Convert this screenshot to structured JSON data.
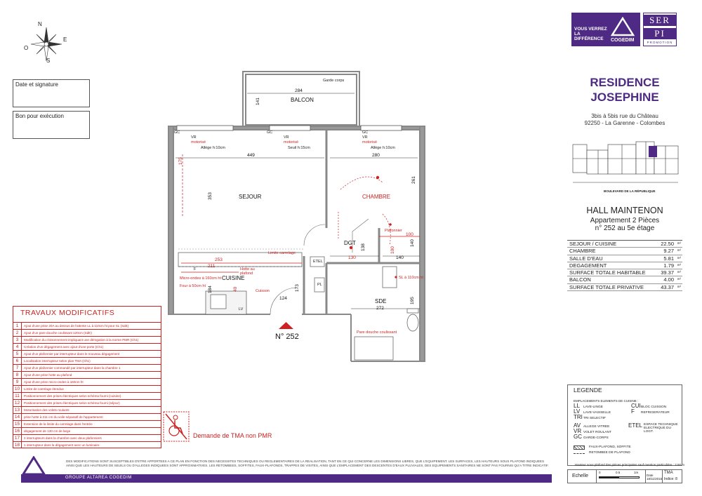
{
  "compass": {
    "n": "N",
    "e": "E",
    "s": "S",
    "o": "O"
  },
  "signature": {
    "date_label": "Date et signature",
    "bon_label": "Bon pour exécution"
  },
  "logos": {
    "slogan": "VOUS VERREZ LA DIFFÉRENCE",
    "cogedim": "COGEDIM",
    "serpi_top": "SER",
    "serpi_bottom": "PI",
    "serpi_promo": "PROMOTION"
  },
  "residence": {
    "title_line1": "RESIDENCE",
    "title_line2": "JOSEPHINE",
    "address_line1": "3bis à 5bis rue du Château",
    "address_line2": "92250 - La Garenne - Colombes"
  },
  "keyplan": {
    "street": "BOULEVARD DE LA RÉPUBLIQUE"
  },
  "hall": {
    "name": "HALL MAINTENON",
    "apartment": "Appartement 2 Pièces",
    "number": "n° 252 au 5e étage"
  },
  "surfaces": [
    {
      "label": "SEJOUR / CUISINE",
      "value": "22.50",
      "unit": "m²",
      "bold": false
    },
    {
      "label": "CHAMBRE",
      "value": "9.27",
      "unit": "m²",
      "bold": false
    },
    {
      "label": "SALLE D'EAU",
      "value": "5.81",
      "unit": "m²",
      "bold": false
    },
    {
      "label": "DEGAGEMENT",
      "value": "1.79",
      "unit": "m²",
      "bold": false
    },
    {
      "label": "SURFACE TOTALE HABITABLE",
      "value": "39.37",
      "unit": "m²",
      "bold": false
    },
    {
      "label": "BALCON",
      "value": "4.00",
      "unit": "m²",
      "bold": false
    },
    {
      "label": "SURFACE TOTALE PRIVATIVE",
      "value": "43.37",
      "unit": "m²",
      "bold": false
    }
  ],
  "legend": {
    "title": "LEGENDE",
    "subtitle": "EMPLACEMENTS ELEMENTS DE CUISINE :",
    "ll_code": "LL",
    "ll_text": "LAVE-LINGE",
    "lv_code": "LV",
    "lv_text": "LAVE-VAISSELLE",
    "tri_code": "TRI",
    "tri_text": "TRI SELECTIF",
    "cui_code": "CUI",
    "cui_text": "BLOC CUISSON",
    "f_code": "F",
    "f_text": "REFRIGERATEUR",
    "av_code": "AV",
    "av_text": "ALLEGE VITREE",
    "vr_code": "VR",
    "vr_text": "VOLET ROULANT",
    "gc_code": "GC",
    "gc_text": "GARDE-CORPS",
    "etel_code": "ETEL",
    "etel_text": "ESPACE TECHNIQUE ELECTRIQUE DU LOGT.",
    "faux_plafond": "FAUX-PLAFOND, SOFFITE",
    "retombee": "RETOMBEE DE PLAFOND"
  },
  "note": "Hauteur sous plafond des pièces principales sauf mention particulière : 2.50 m",
  "footer": {
    "echelle": "Echelle",
    "scale_0": "0",
    "scale_05": "0.5",
    "scale_1": "1m",
    "date": "Date 18/11/2015",
    "tma": "TMA",
    "indice": "Indice: 8"
  },
  "travaux": {
    "title": "TRAVAUX MODIFICATIFS",
    "items": [
      {
        "n": "1",
        "text": "Ajout d'une prise 20A au dessus de l'attente LL à 110cm ht pour SL (SdE)"
      },
      {
        "n": "2",
        "text": "Ajout d'un pare douche coulissant 120cm (SdE)"
      },
      {
        "n": "3",
        "text": "Modification du cloisonnement impliquant une dérogation à la norme PMR (Ch1)"
      },
      {
        "n": "4",
        "text": "Création d'un dégagement avec ajout d'une porte (Ch1)"
      },
      {
        "n": "5",
        "text": "Ajout d'un plafonnier par interrupteur dans le nouveau dégagement"
      },
      {
        "n": "6",
        "text": "Localisation interrupteur selon plan TMA (Ch1)"
      },
      {
        "n": "7",
        "text": "Ajout d'un plafonnier commandé par interrupteur dans la chambre 1"
      },
      {
        "n": "8",
        "text": "Ajout d'une prise hotte au plafond"
      },
      {
        "n": "9",
        "text": "Ajout d'une prise micro-ondes à 160cm ht"
      },
      {
        "n": "10",
        "text": "Limite de carrelage étendue"
      },
      {
        "n": "11",
        "text": "Positionnement des prises électriques selon schéma fourni (cuisine)"
      },
      {
        "n": "12",
        "text": "Positionnement des prises électriques selon schéma fourni (séjour)"
      },
      {
        "n": "13",
        "text": "Motorisation des volets roulants"
      },
      {
        "n": "14",
        "text": "prise hotte à 211 cm du voile séparatif de l'appartement"
      },
      {
        "n": "15",
        "text": "Extension de la limite du carrelage dans l'entrée"
      },
      {
        "n": "16",
        "text": "dégagement de 130 cm de large"
      },
      {
        "n": "17",
        "text": "2 interrupteurs dans la chambre avec deux plafonniers"
      },
      {
        "n": "18",
        "text": "1 interrupteur dans la dégagement avec un luminaire"
      }
    ]
  },
  "tma_request": "Demande de TMA non PMR",
  "bottom_text": "DES MODIFICATIONS SONT SUSCEPTIBLES D'ETRE APPORTEES A CE PLAN EN FONCTION DES NECESSITES TECHNIQUES OU REGLEMENTAIRES DE LA REALISATION, TANT EN CE QUI CONCERNE LES DIMENSIONS LIBRES, QUE L'EQUIPEMENT. LES SURFACES, LES HAUTEURS SOUS PLAFOND INDIQUEES AINSI QUE LES HAUTEURS DE SEUILS OU D'ALLEGES INDIQUEES SONT APPROXIMATIVES. LES RETOMBEES, SOFFITES, FAUX-PLAFONDS, TRAPPES DE VISITES, AINSI QUE L'EMPLACEMENT DES DESCENTES D'EAUX PLUVIALES, DES EQUIPEMENTS SANITAIRES NE SONT PAS FOURNIS QU'A TITRE INDICATIF.",
  "group_name": "GROUPE ALTAREA COGEDIM",
  "plan": {
    "balcon": "BALCON",
    "balcon_width": "284",
    "balcon_depth": "141",
    "garde_corps": "Garde corps",
    "gc": "GC",
    "vr": "VR",
    "motorise": "motorisé",
    "allege": "Allège h:10cm",
    "seuil": "Seuil h:15cm",
    "sejour": "SEJOUR",
    "sejour_w": "449",
    "sejour_h": "353",
    "dim_175": "175",
    "chambre": "CHAMBRE",
    "chambre_w": "280",
    "chambre_h": "261",
    "dgt": "DGT",
    "dgt_w": "130",
    "dgt_h": "138",
    "plafonnier": "Plafonnier",
    "dim_100a": "100",
    "dim_100b": "100",
    "dim_140a": "140",
    "dim_140b": "140",
    "limite_carrelage": "Limite carrelage",
    "dim_253": "253",
    "dim_211": "211",
    "f": "F",
    "hotte": "Hotte au plafond",
    "micro_ondes": "Micro-ondes à 160cm ht",
    "four": "Four à 50cm ht",
    "cuisine": "CUISINE",
    "cuisson": "Cuisson",
    "dim_184": "184",
    "dim_40": "40",
    "dim_173": "173",
    "etel": "ETEL",
    "pl": "PL",
    "lv": "LV",
    "dim_124": "124",
    "sde": "SDE",
    "sde_w": "272",
    "dim_195": "195",
    "sl": "SL à 110cm ht",
    "pare_douche": "Pare douche coulissant",
    "lot": "N° 252"
  },
  "colors": {
    "purple": "#4e2a84",
    "red": "#cc2222",
    "wall": "#888888"
  }
}
